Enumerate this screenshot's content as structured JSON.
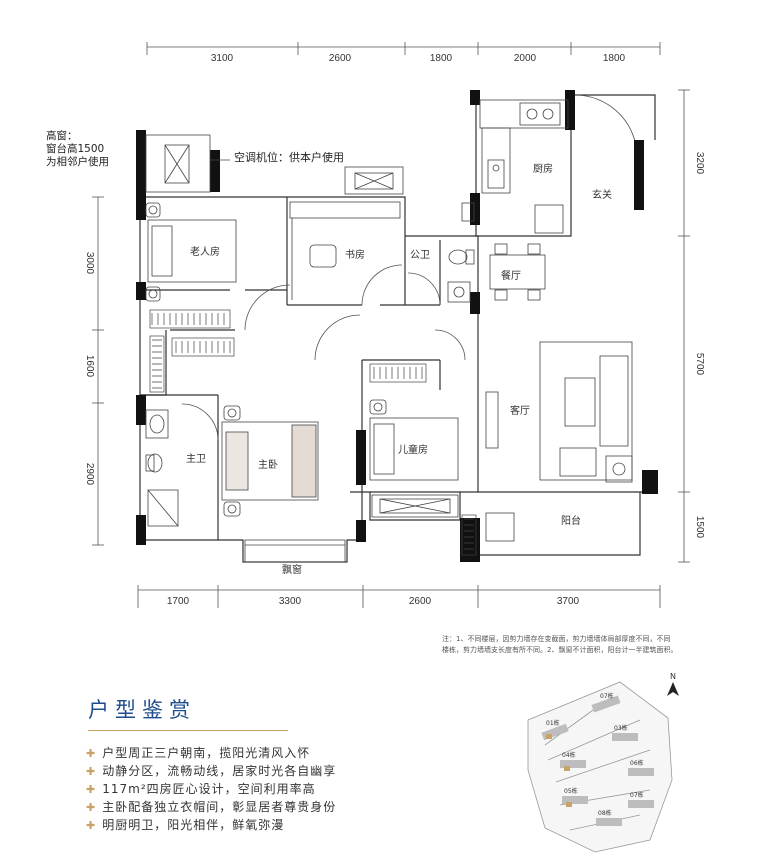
{
  "dimensions": {
    "top": [
      "3100",
      "2600",
      "1800",
      "2000",
      "1800"
    ],
    "bottom": [
      "1700",
      "3300",
      "2600",
      "3700"
    ],
    "right": [
      "3200",
      "5700",
      "1500"
    ],
    "left": [
      "3000",
      "1600",
      "2900"
    ]
  },
  "rooms": {
    "elder_bedroom": "老人房",
    "study": "书房",
    "public_bath": "公卫",
    "kitchen": "厨房",
    "entrance": "玄关",
    "dining": "餐厅",
    "living": "客厅",
    "master_bath": "主卫",
    "master_bedroom": "主卧",
    "kids_room": "儿童房",
    "balcony": "阳台",
    "bay_window": "飘窗"
  },
  "high_window": [
    "高窗：",
    "窗台高1500",
    "为相邻户使用"
  ],
  "ac_note": "空调机位：供本户使用",
  "notes": [
    "注：1、不同楼层，因剪力墙存在变截面，剪力墙墙体局部厚度不同，不同",
    "楼栋，剪力墙墙支长度有所不同。2、飘窗不计面积，阳台计一半建筑面积。"
  ],
  "north": "N",
  "section_title": "户型鉴赏",
  "features": [
    "户型周正三户朝南，揽阳光清风入怀",
    "动静分区，流畅动线，居家时光各自幽享",
    "117m²四房匠心设计，空间利用率高",
    "主卧配备独立衣帽间，彰显居者尊贵身份",
    "明厨明卫，阳光相伴，鲜氧弥漫"
  ],
  "site_labels": [
    "07栋",
    "01栋",
    "03栋",
    "04栋",
    "06栋",
    "05栋",
    "08栋",
    "07栋"
  ],
  "colors": {
    "wall": "#111111",
    "title": "#1f4e8c",
    "accent": "#c7a36a",
    "line": "#555555"
  }
}
